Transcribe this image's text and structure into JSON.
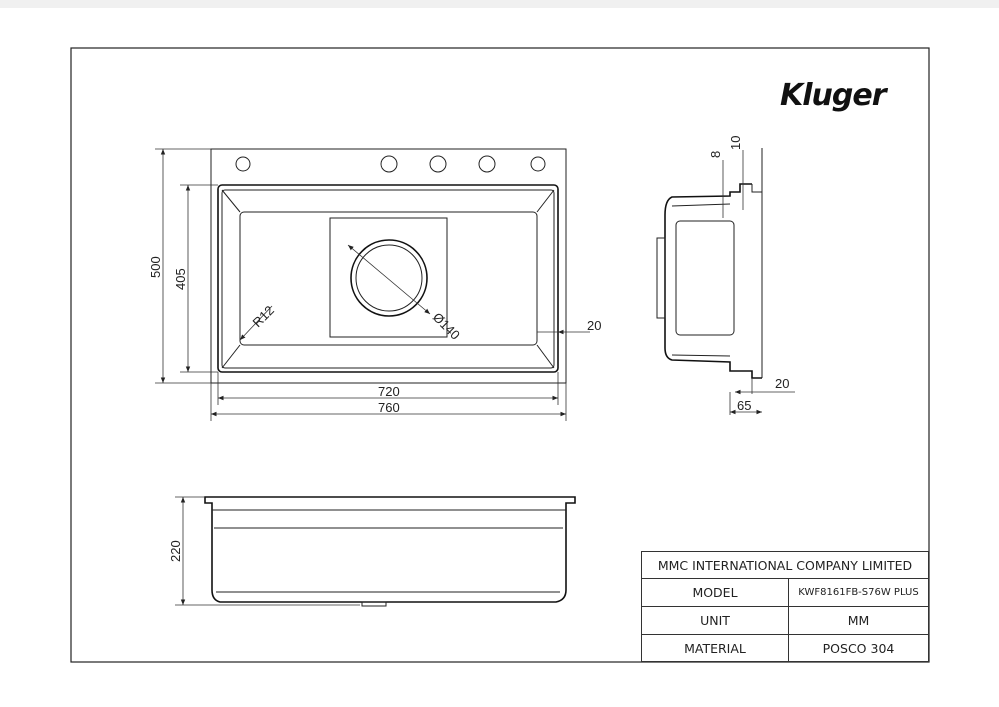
{
  "brand": {
    "logo_text": "Kluger"
  },
  "dimensions": {
    "width_outer": "760",
    "width_inner": "720",
    "depth_outer": "500",
    "depth_inner": "405",
    "corner_radius": "R12",
    "drain_diameter": "Ø140",
    "rim_offset": "20",
    "bowl_height": "220",
    "side_8": "8",
    "side_10": "10",
    "side_20": "20",
    "side_65": "65"
  },
  "title_block": {
    "company": "MMC INTERNATIONAL COMPANY LIMITED",
    "rows": [
      {
        "label": "MODEL",
        "value": "KWF8161FB-S76W PLUS"
      },
      {
        "label": "UNIT",
        "value": "MM"
      },
      {
        "label": "MATERIAL",
        "value": "POSCO 304"
      }
    ]
  }
}
